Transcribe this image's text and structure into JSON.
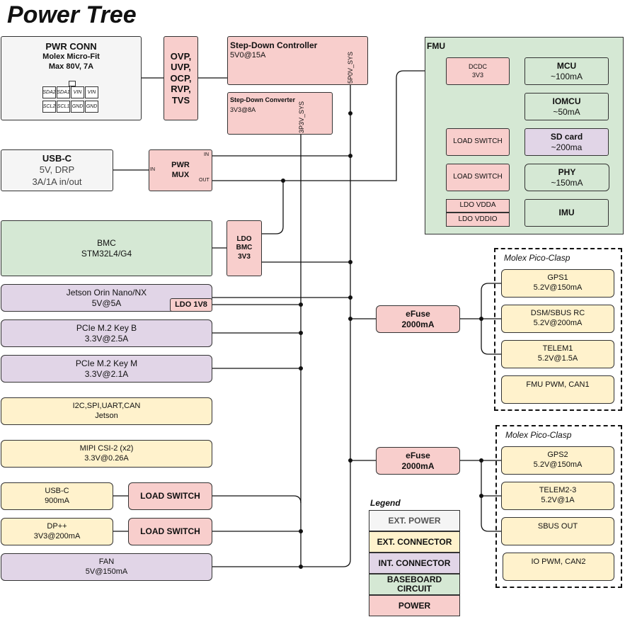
{
  "title": "Power Tree",
  "pwr_conn": {
    "title": "PWR CONN",
    "line1": "Molex Micro-Fit",
    "line2": "Max 80V, 7A",
    "pins_top": [
      "SDA2",
      "SDA1",
      "VIN",
      "VIN"
    ],
    "pins_bottom": [
      "SCL2",
      "SCL1",
      "GND",
      "GND"
    ]
  },
  "protection": [
    "OVP,",
    "UVP,",
    "OCP,",
    "RVP,",
    "TVS"
  ],
  "step_down_controller": {
    "title": "Step-Down Controller",
    "value": "5V0@15A",
    "rail": "5P0V_SYS"
  },
  "step_down_converter": {
    "title": "Step-Down Converter",
    "value": "3V3@8A",
    "rail": "3P3V_SYS"
  },
  "usb_c_in": {
    "title": "USB-C",
    "line1": "5V, DRP",
    "line2": "3A/1A in/out"
  },
  "pwr_mux": {
    "title": "PWR MUX",
    "pin_in": "IN",
    "pin_in2": "IN",
    "pin_out": "OUT"
  },
  "bmc": {
    "line1": "BMC",
    "line2": "STM32L4/G4"
  },
  "ldo_bmc": [
    "LDO",
    "BMC",
    "3V3"
  ],
  "jetson": {
    "line1": "Jetson Orin Nano/NX",
    "line2": "5V@5A",
    "ldo": "LDO 1V8"
  },
  "pcie_b": {
    "line1": "PCIe M.2 Key B",
    "line2": "3.3V@2.5A"
  },
  "pcie_m": {
    "line1": "PCIe M.2 Key M",
    "line2": "3.3V@2.1A"
  },
  "i2c": {
    "line1": "I2C,SPI,UART,CAN",
    "line2": "Jetson"
  },
  "mipi": {
    "line1": "MIPI CSI-2 (x2)",
    "line2": "3.3V@0.26A"
  },
  "usbc_out": {
    "line1": "USB-C",
    "line2": "900mA"
  },
  "dp": {
    "line1": "DP++",
    "line2": "3V3@200mA"
  },
  "fan": {
    "line1": "FAN",
    "line2": "5V@150mA"
  },
  "load_switch": "LOAD SWITCH",
  "fmu": {
    "title": "FMU",
    "dcdc": [
      "DCDC",
      "3V3"
    ],
    "mcu": {
      "name": "MCU",
      "current": "~100mA"
    },
    "iomcu": {
      "name": "IOMCU",
      "current": "~50mA"
    },
    "sdcard": {
      "name": "SD card",
      "current": "~200ma"
    },
    "phy": {
      "name": "PHY",
      "current": "~150mA"
    },
    "imu": {
      "name": "IMU"
    },
    "ldo_vdda": "LDO VDDA",
    "ldo_vddio": "LDO VDDIO"
  },
  "efuse1": {
    "title": "eFuse",
    "value": "2000mA"
  },
  "efuse2": {
    "title": "eFuse",
    "value": "2000mA"
  },
  "pico1": {
    "label": "Molex Pico-Clasp",
    "items": [
      [
        "GPS1",
        "5.2V@150mA"
      ],
      [
        "DSM/SBUS RC",
        "5.2V@200mA"
      ],
      [
        "TELEM1",
        "5.2V@1.5A"
      ],
      [
        "FMU PWM, CAN1",
        ""
      ]
    ]
  },
  "pico2": {
    "label": "Molex Pico-Clasp",
    "items": [
      [
        "GPS2",
        "5.2V@150mA"
      ],
      [
        "TELEM2-3",
        "5.2V@1A"
      ],
      [
        "SBUS OUT",
        ""
      ],
      [
        "IO PWM, CAN2",
        ""
      ]
    ]
  },
  "legend": {
    "title": "Legend",
    "items": [
      "EXT. POWER",
      "EXT. CONNECTOR",
      "INT. CONNECTOR",
      "BASEBOARD CIRCUIT",
      "POWER"
    ]
  },
  "colors": {
    "power": "#f8cecc",
    "ext_power": "#f5f5f5",
    "ext_connector": "#fff2cc",
    "int_connector": "#e1d5e7",
    "baseboard": "#d5e8d4"
  }
}
